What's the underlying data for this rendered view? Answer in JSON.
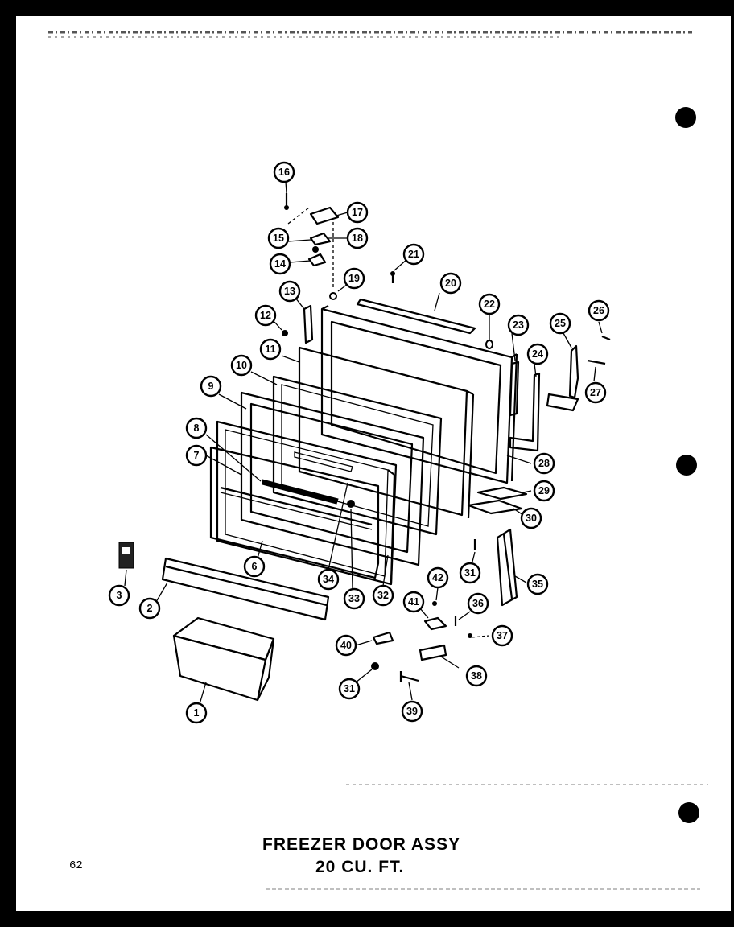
{
  "title": {
    "line1": "FREEZER DOOR ASSY",
    "line2": "20 CU. FT."
  },
  "page_number": "62",
  "callouts": [
    "1",
    "2",
    "3",
    "6",
    "7",
    "8",
    "9",
    "10",
    "11",
    "12",
    "13",
    "14",
    "15",
    "16",
    "17",
    "18",
    "19",
    "20",
    "21",
    "22",
    "23",
    "24",
    "25",
    "26",
    "27",
    "28",
    "29",
    "30",
    "31",
    "31",
    "32",
    "33",
    "34",
    "35",
    "36",
    "37",
    "38",
    "39",
    "40",
    "41",
    "42"
  ]
}
